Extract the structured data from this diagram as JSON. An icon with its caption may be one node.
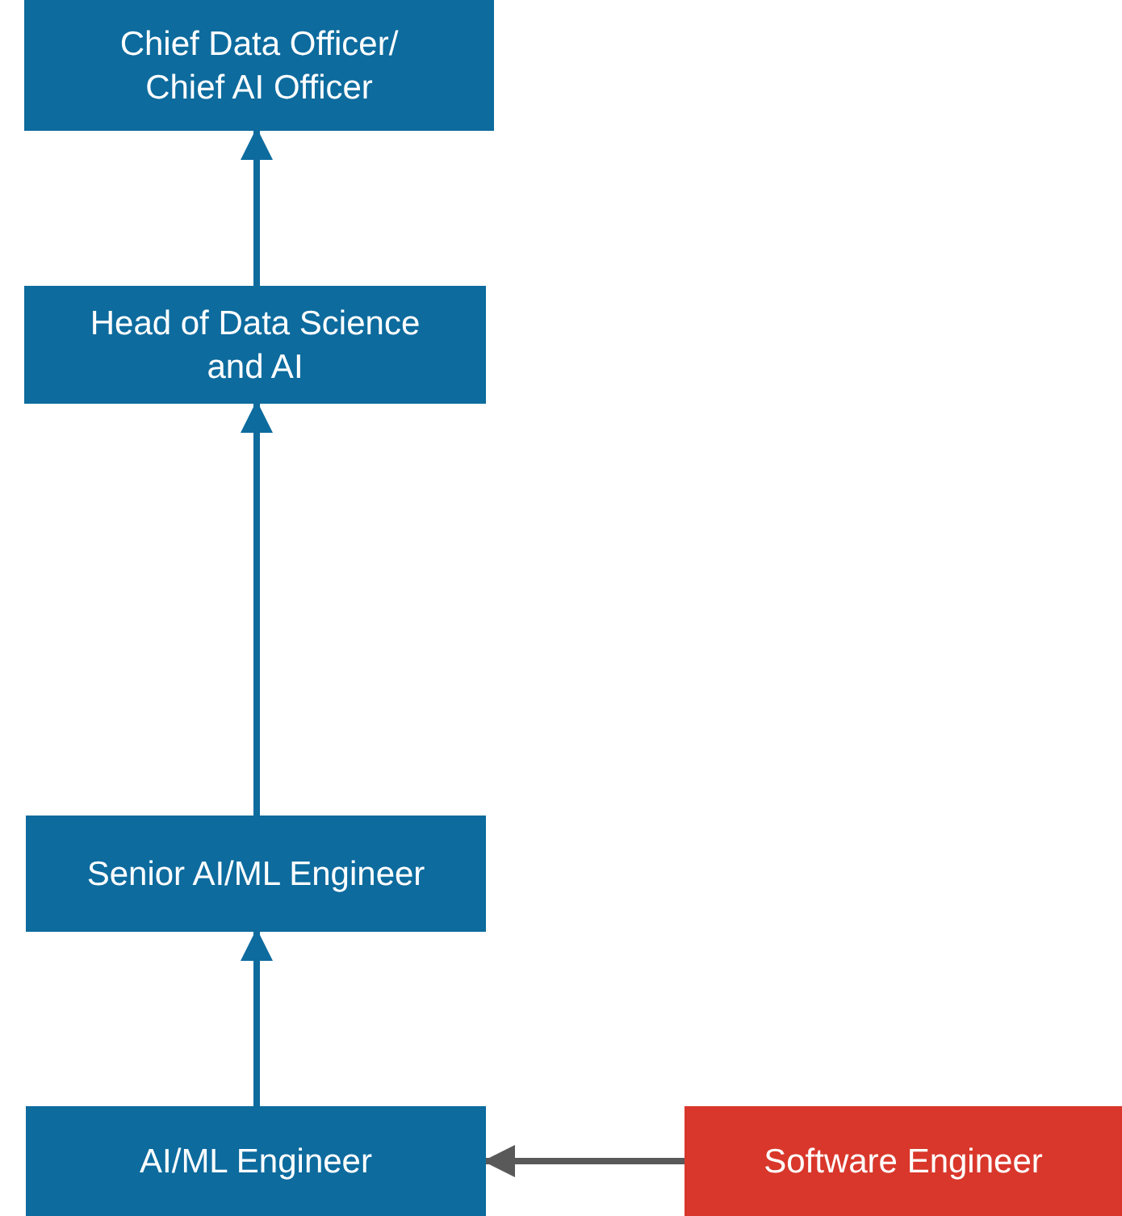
{
  "diagram": {
    "nodes": [
      {
        "text": [
          "Chief Data Officer/ Chief AI Officer"
        ]
      },
      {
        "text": [
          "Head of Data Science and AI"
        ]
      },
      {
        "text": [
          "Senior AI/ML Engineer"
        ]
      },
      {
        "text": [
          "AI/ML Engineer"
        ]
      },
      {
        "text": [
          "Software Engineer"
        ]
      }
    ],
    "edges": [
      {
        "from": 3,
        "to": 2,
        "arrow": "to"
      },
      {
        "from": 2,
        "to": 1,
        "arrow": "to"
      },
      {
        "from": 1,
        "to": 0,
        "arrow": "to"
      },
      {
        "from": 4,
        "to": 3,
        "arrow": "to",
        "color": "#595959"
      }
    ]
  }
}
